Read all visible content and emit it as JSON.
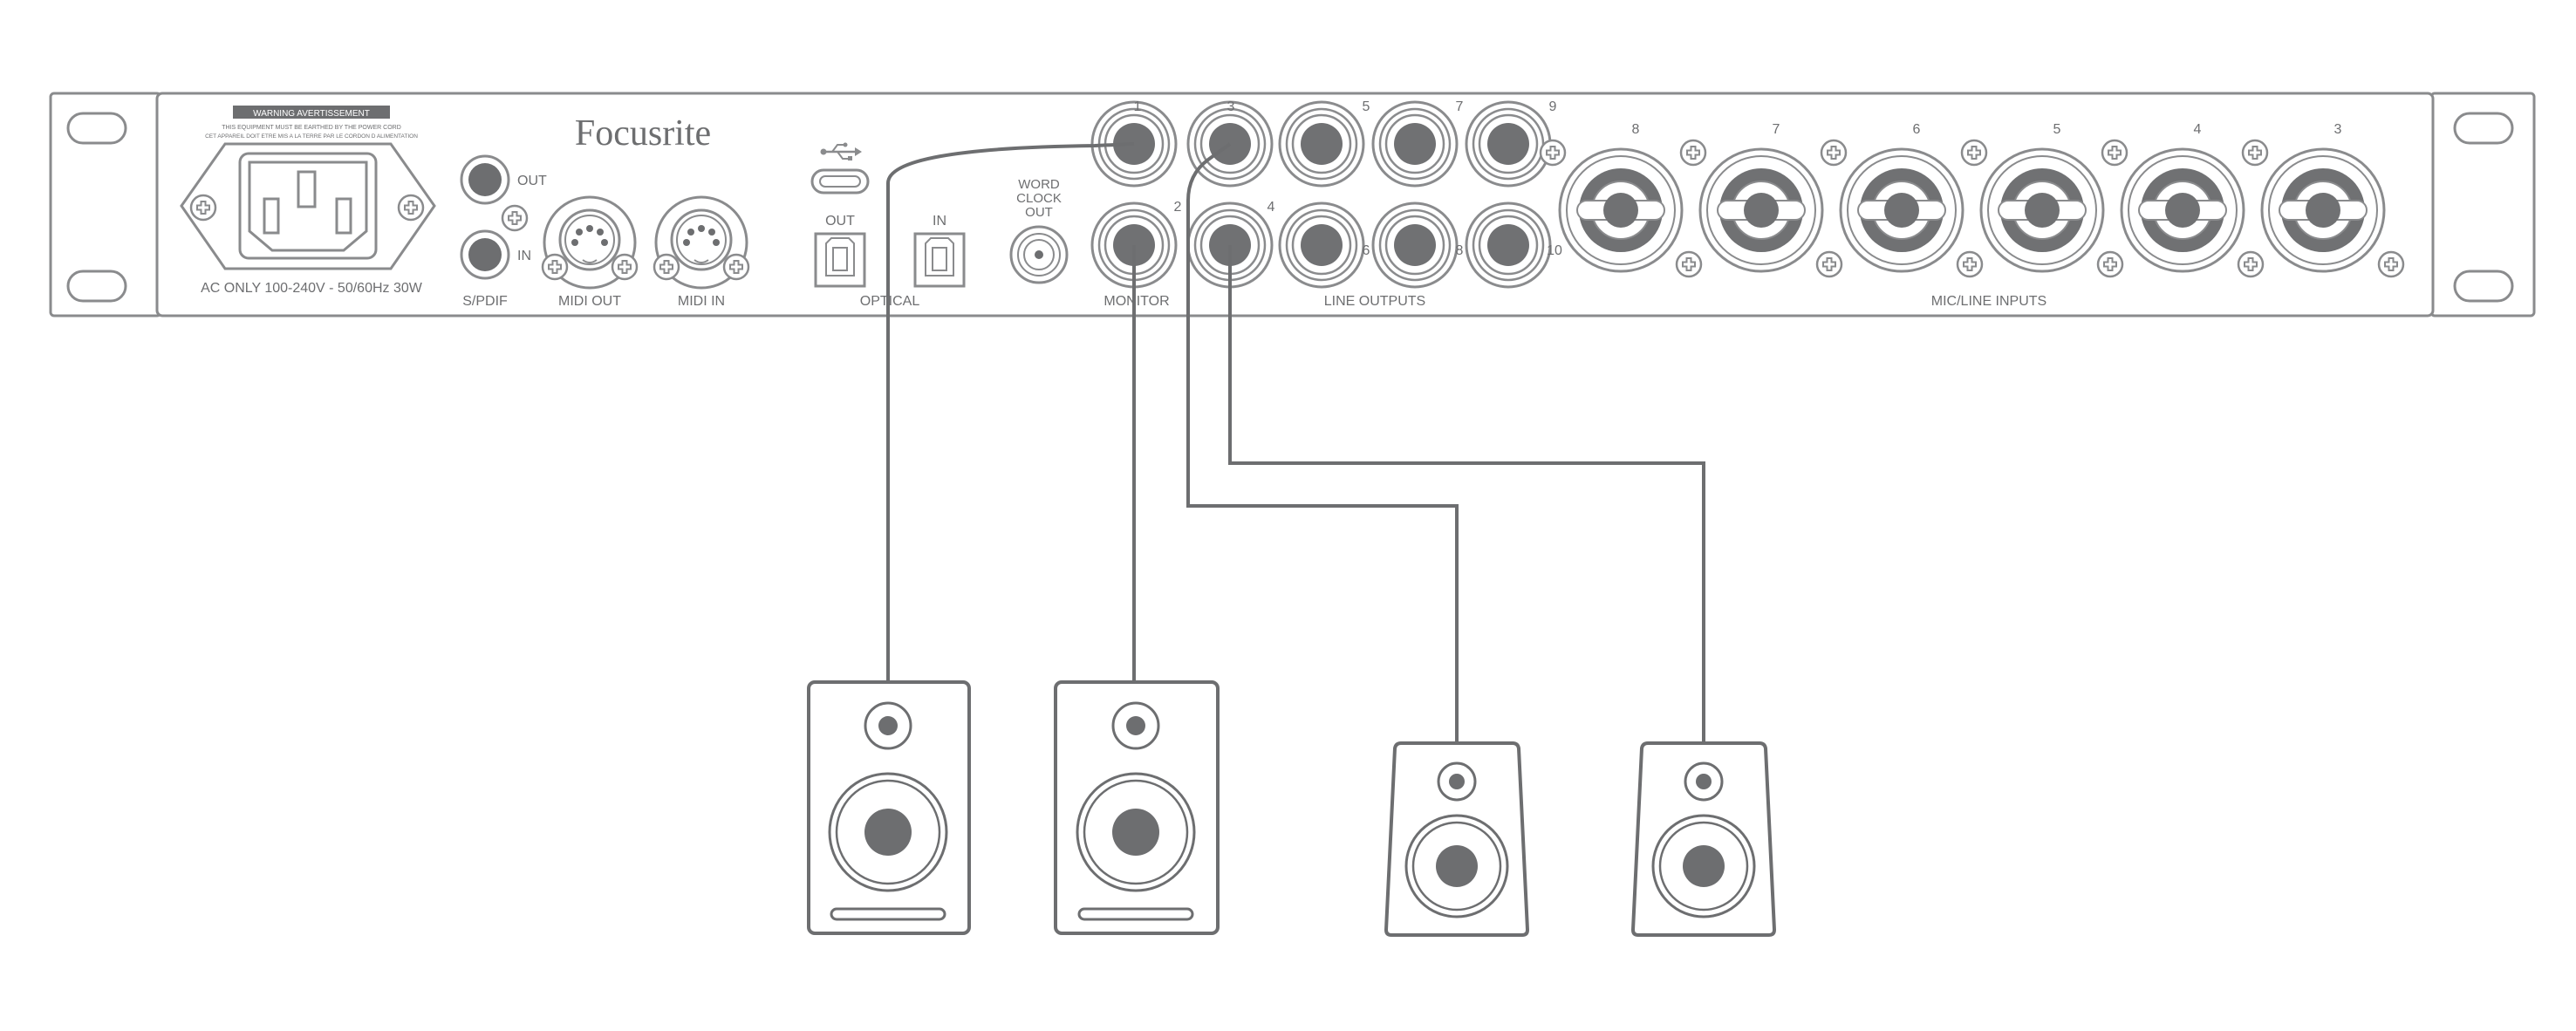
{
  "colors": {
    "outline": "#8a8b8d",
    "dark_fill": "#6d6e70",
    "jack_core": "#707173",
    "cable": "#6d6e70",
    "text": "#6d6e70"
  },
  "brand": "Focusrite",
  "warning": {
    "title": "WARNING   AVERTISSEMENT",
    "line1": "THIS EQUIPMENT MUST BE EARTHED BY THE POWER CORD",
    "line2": "CET APPAREIL DOIT ETRE MIS A LA TERRE PAR LE CORDON D ALIMENTATION"
  },
  "power_label": "AC ONLY 100-240V - 50/60Hz 30W",
  "spdif": {
    "label": "S/PDIF",
    "out": "OUT",
    "in": "IN"
  },
  "midi": {
    "out": "MIDI OUT",
    "in": "MIDI IN"
  },
  "optical": {
    "label": "OPTICAL",
    "out": "OUT",
    "in": "IN"
  },
  "word_clock": {
    "line1": "WORD",
    "line2": "CLOCK",
    "line3": "OUT"
  },
  "outputs": {
    "monitor_label": "MONITOR",
    "line_label": "LINE OUTPUTS",
    "top_numbers": [
      "1",
      "3",
      "5",
      "7",
      "9"
    ],
    "bottom_numbers": [
      "2",
      "4",
      "6",
      "8",
      "10"
    ]
  },
  "inputs": {
    "label": "MIC/LINE INPUTS",
    "numbers": [
      "8",
      "7",
      "6",
      "5",
      "4",
      "3"
    ]
  },
  "speakers": {
    "count": 4,
    "connections": [
      "1",
      "2",
      "3",
      "4"
    ]
  }
}
